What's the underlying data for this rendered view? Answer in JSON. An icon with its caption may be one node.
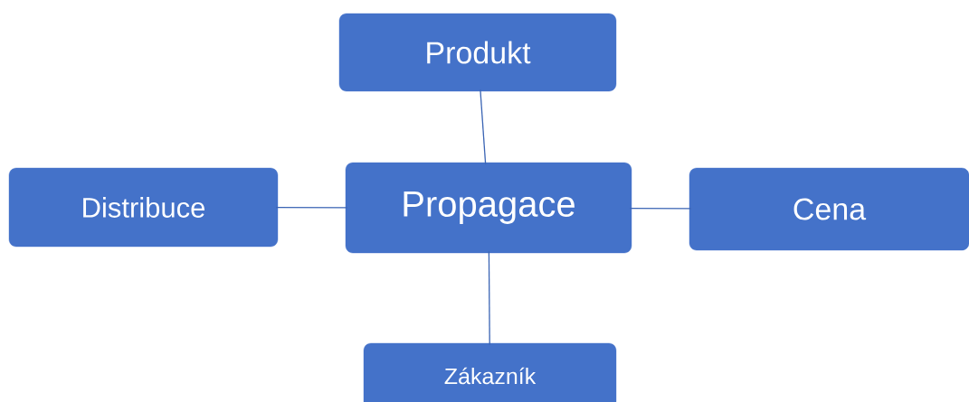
{
  "diagram": {
    "nodes": [
      {
        "text": [
          "Produkt"
        ]
      },
      {
        "text": [
          "Distribuce"
        ]
      },
      {
        "text": [
          "Propagace"
        ]
      },
      {
        "text": [
          "Cena"
        ]
      },
      {
        "text": [
          "Zákazník"
        ]
      }
    ],
    "edges": [
      {
        "from": 2,
        "to": 0,
        "arrow": "none"
      },
      {
        "from": 2,
        "to": 1,
        "arrow": "none"
      },
      {
        "from": 2,
        "to": 3,
        "arrow": "none"
      },
      {
        "from": 2,
        "to": 4,
        "arrow": "none"
      }
    ]
  }
}
